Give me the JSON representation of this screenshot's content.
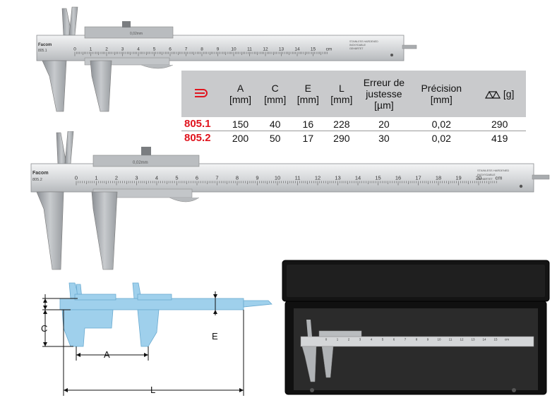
{
  "table": {
    "headers": [
      {
        "line1": "A",
        "line2": "[mm]"
      },
      {
        "line1": "C",
        "line2": "[mm]"
      },
      {
        "line1": "E",
        "line2": "[mm]"
      },
      {
        "line1": "L",
        "line2": "[mm]"
      },
      {
        "line1": "Erreur de",
        "line2": "justesse",
        "line3": "[µm]"
      },
      {
        "line1": "Précision",
        "line2": "[mm]"
      },
      {
        "line1": "[g]"
      }
    ],
    "rows": [
      {
        "ref": "805.1",
        "a": "150",
        "c": "40",
        "e": "16",
        "l": "228",
        "err": "20",
        "prec": "0,02",
        "weight": "290"
      },
      {
        "ref": "805.2",
        "a": "200",
        "c": "50",
        "e": "17",
        "l": "290",
        "err": "30",
        "prec": "0,02",
        "weight": "419"
      }
    ]
  },
  "caliper1": {
    "ticks": [
      "0",
      "1",
      "2",
      "3",
      "4",
      "5",
      "6",
      "7",
      "8",
      "9",
      "10",
      "11",
      "12",
      "13",
      "14",
      "15",
      "cm"
    ],
    "brand": "Facom",
    "model": "805.1",
    "vernier_label": "0,02mm",
    "stamp": [
      "STAINLESS HARDENED",
      "INOXYDABLE",
      "GEHÄRTET"
    ]
  },
  "caliper2": {
    "ticks": [
      "0",
      "1",
      "2",
      "3",
      "4",
      "5",
      "6",
      "7",
      "8",
      "9",
      "10",
      "11",
      "12",
      "13",
      "14",
      "15",
      "16",
      "17",
      "18",
      "19",
      "20",
      "cm"
    ],
    "brand": "Facom",
    "model": "805.2",
    "vernier_label": "0,02mm",
    "stamp": [
      "STAINLESS HARDENED",
      "INOXYDABLE",
      "GEHÄRTET"
    ]
  },
  "diagram": {
    "label_a": "A",
    "label_c": "C",
    "label_e": "E",
    "label_l": "L"
  },
  "colors": {
    "brand_red": "#e0141e",
    "header_gray": "#c9cacc",
    "diagram_blue": "#9fd0ec",
    "case_dark": "#141414"
  },
  "icons": {
    "brand": "facom-logo-icon",
    "weight": "balance-scale-icon"
  }
}
